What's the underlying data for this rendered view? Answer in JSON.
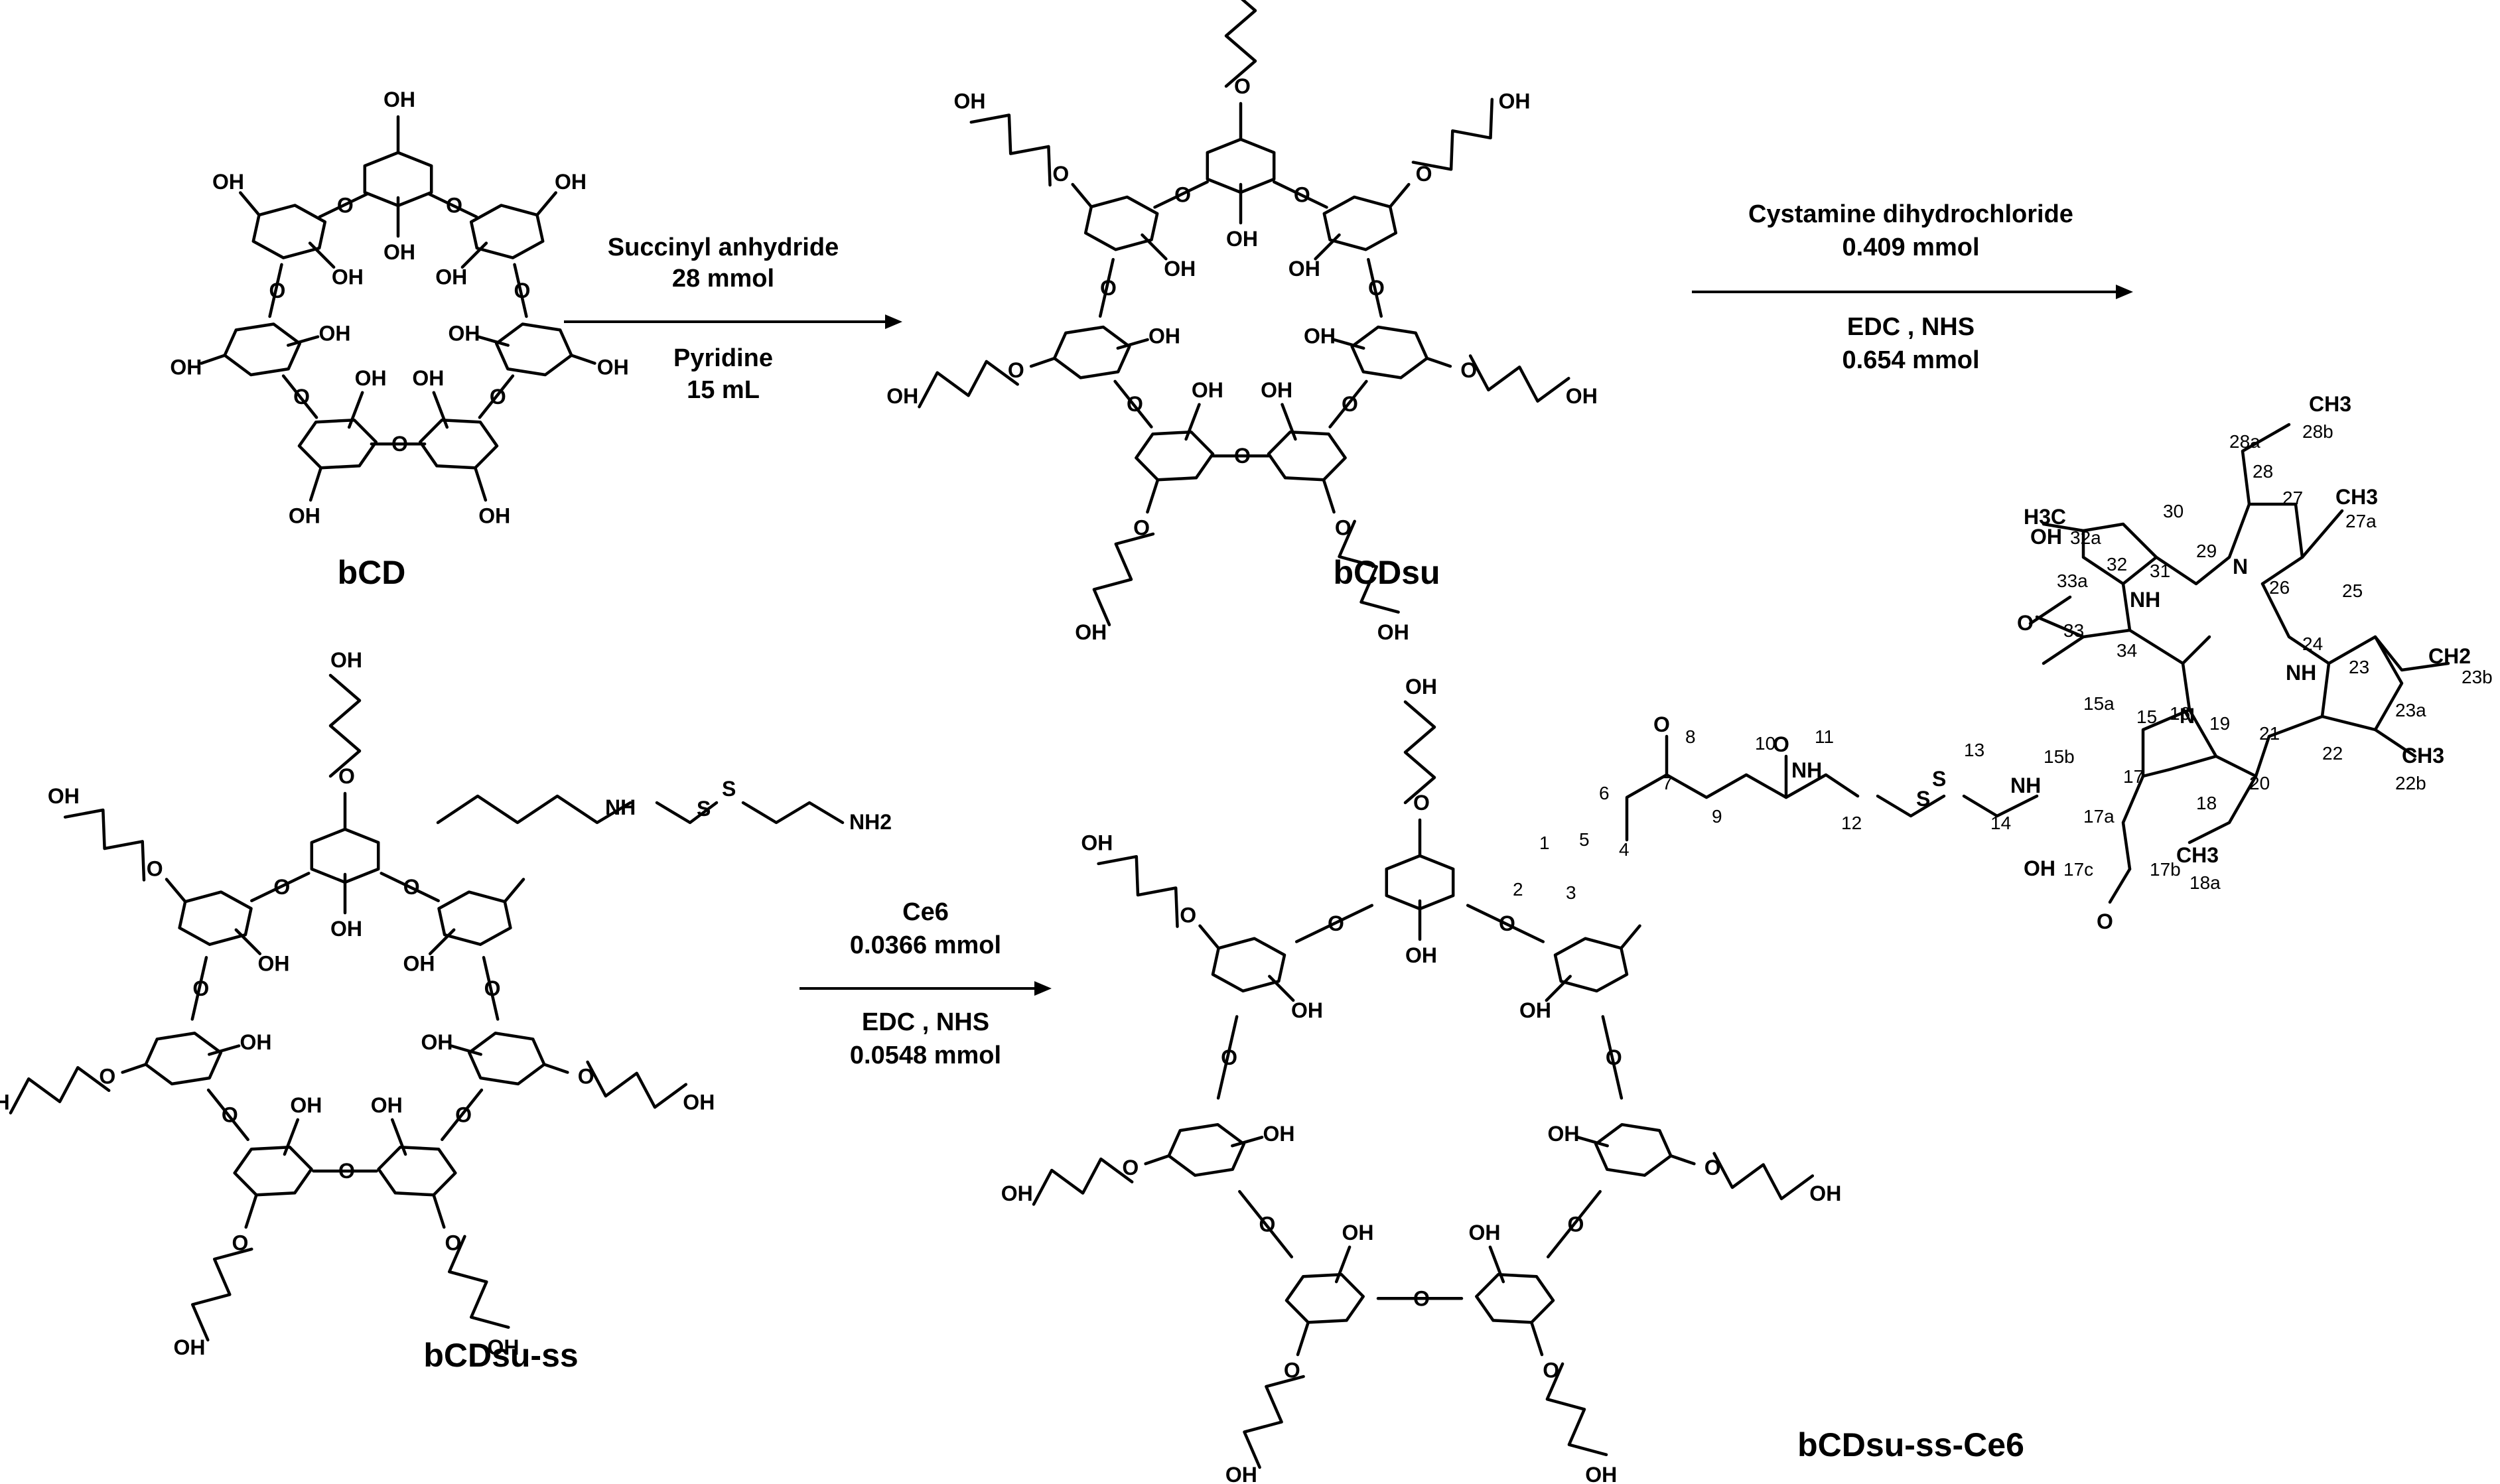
{
  "compounds": {
    "bcd": "bCD",
    "bcdsu": "bCDsu",
    "bcdsu_ss": "bCDsu-ss",
    "bcdsu_ss_ce6": "bCDsu-ss-Ce6"
  },
  "steps": {
    "step1": {
      "reagent": "Succinyl anhydride",
      "reagent_amount": "28 mmol",
      "solvent": "Pyridine",
      "solvent_amount": "15 mL"
    },
    "step2": {
      "reagent": "Cystamine dihydrochloride",
      "reagent_amount": "0.409 mmol",
      "coupling": "EDC , NHS",
      "coupling_amount": "0.654 mmol"
    },
    "step3": {
      "reagent": "Ce6",
      "reagent_amount": "0.0366 mmol",
      "coupling": "EDC , NHS",
      "coupling_amount": "0.0548 mmol"
    }
  },
  "atoms": {
    "oh": "OH",
    "o": "O",
    "nh": "NH",
    "n": "N",
    "s": "S",
    "nh2": "NH2",
    "ch3": "CH3",
    "h3c": "H3C",
    "ch2": "CH2"
  },
  "locants": [
    "1",
    "2",
    "3",
    "4",
    "5",
    "6",
    "7",
    "8",
    "9",
    "10",
    "11",
    "12",
    "13",
    "14",
    "15",
    "15a",
    "15b",
    "16",
    "17",
    "17a",
    "17b",
    "17c",
    "18",
    "18a",
    "19",
    "20",
    "21",
    "22",
    "22b",
    "23",
    "23a",
    "23b",
    "24",
    "25",
    "26",
    "27",
    "27a",
    "28",
    "28a",
    "28b",
    "29",
    "30",
    "31",
    "32",
    "32a",
    "33",
    "33a",
    "34"
  ]
}
